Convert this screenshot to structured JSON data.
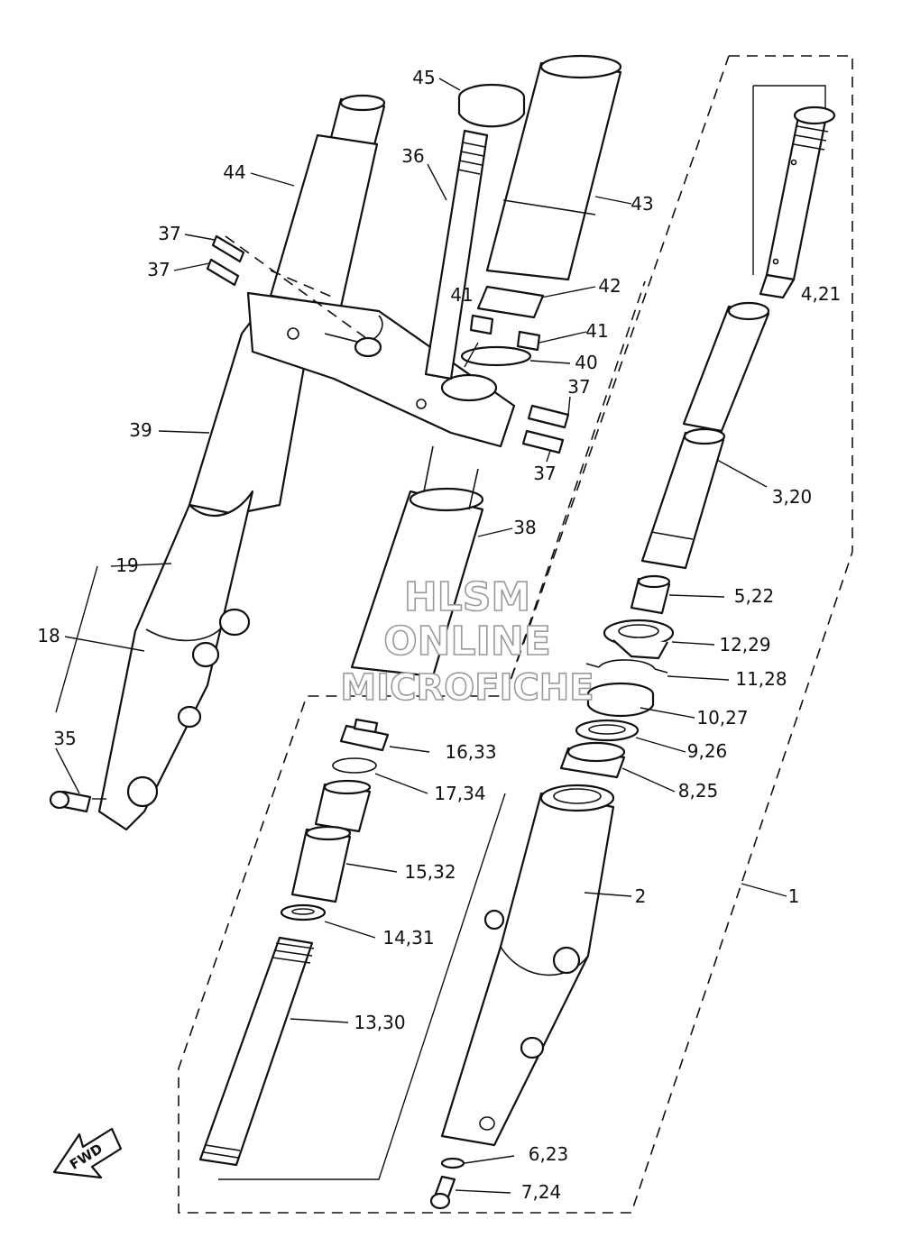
{
  "watermark": {
    "line1": "HLSM",
    "line2": "ONLINE",
    "line3": "MICROFICHE"
  },
  "direction_arrow": {
    "label": "FWD"
  },
  "callouts": {
    "c1": "1",
    "c2": "2",
    "c3_20": "3,20",
    "c4_21": "4,21",
    "c5_22": "5,22",
    "c6_23": "6,23",
    "c7_24": "7,24",
    "c8_25": "8,25",
    "c9_26": "9,26",
    "c10_27": "10,27",
    "c11_28": "11,28",
    "c12_29": "12,29",
    "c13_30": "13,30",
    "c14_31": "14,31",
    "c15_32": "15,32",
    "c16_33": "16,33",
    "c17_34": "17,34",
    "c18": "18",
    "c19": "19",
    "c35": "35",
    "c36": "36",
    "c37a": "37",
    "c37b": "37",
    "c37c": "37",
    "c37d": "37",
    "c38": "38",
    "c39": "39",
    "c40": "40",
    "c41a": "41",
    "c41b": "41",
    "c42": "42",
    "c43": "43",
    "c44": "44",
    "c45": "45"
  },
  "colors": {
    "ink": "#111111",
    "paper": "#ffffff",
    "watermark": "#9a9a9a"
  }
}
